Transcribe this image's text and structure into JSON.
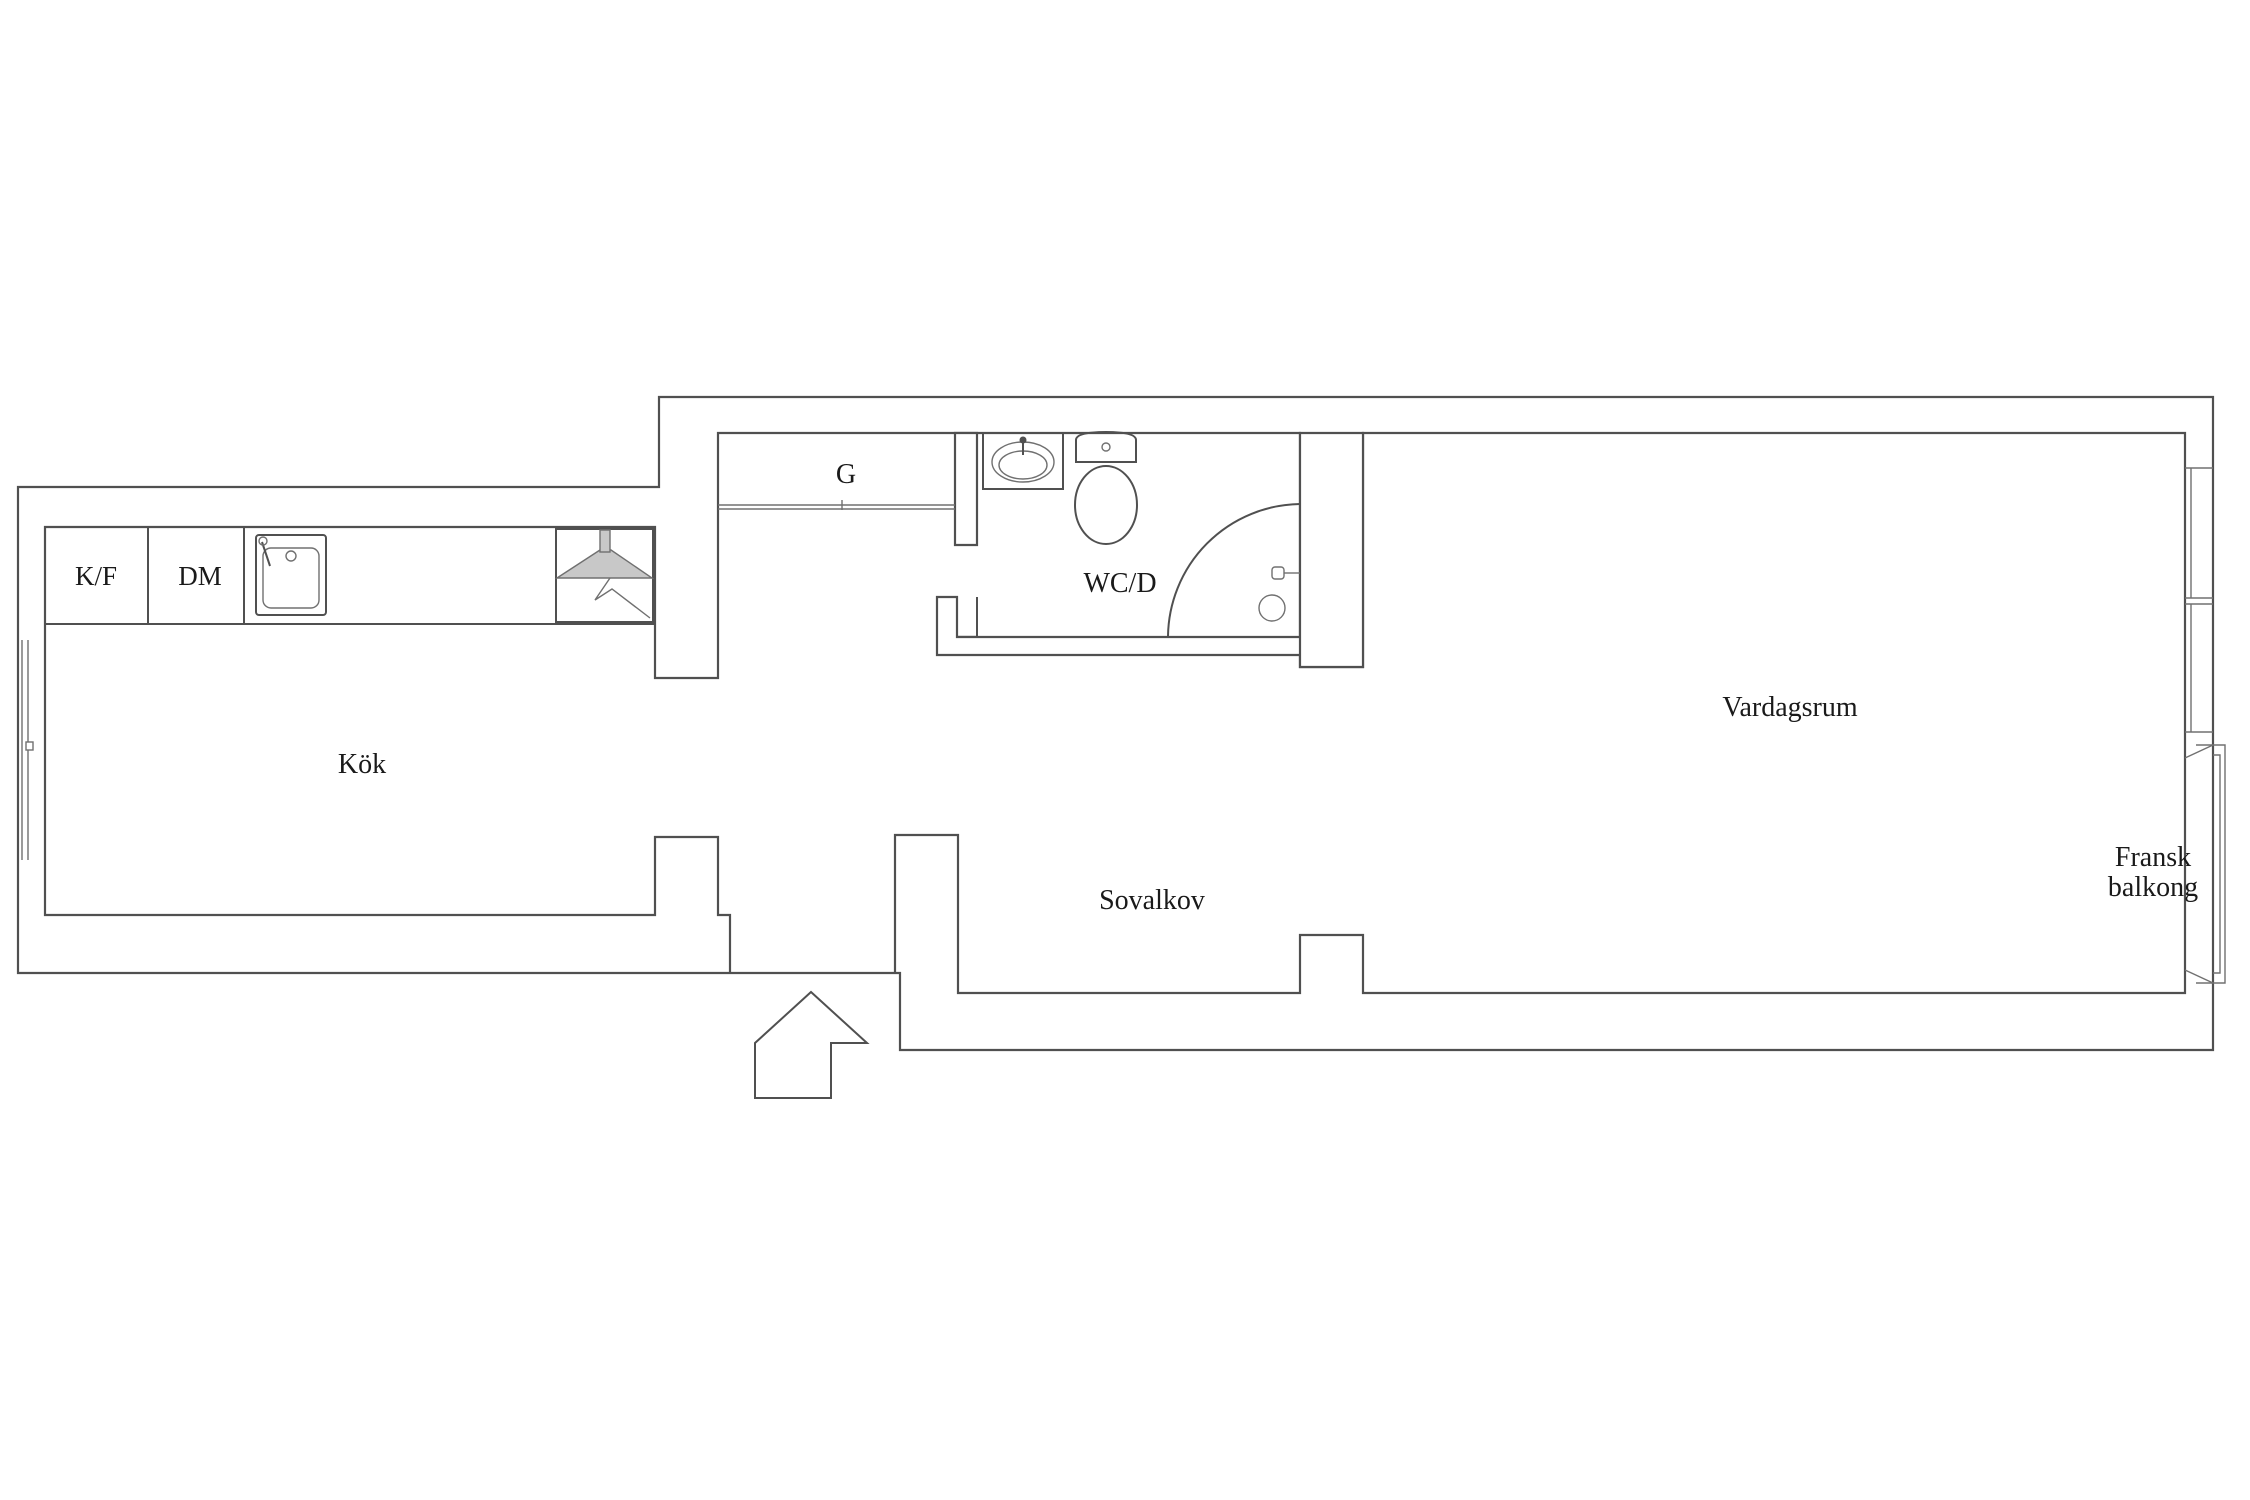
{
  "plan": {
    "labels": {
      "kitchen": "Kök",
      "fridge_freezer": "K/F",
      "dishwasher": "DM",
      "wardrobe": "G",
      "bathroom": "WC/D",
      "bedroom_alcove": "Sovalkov",
      "living_room": "Vardagsrum",
      "french_balcony_line1": "Fransk",
      "french_balcony_line2": "balkong"
    }
  }
}
